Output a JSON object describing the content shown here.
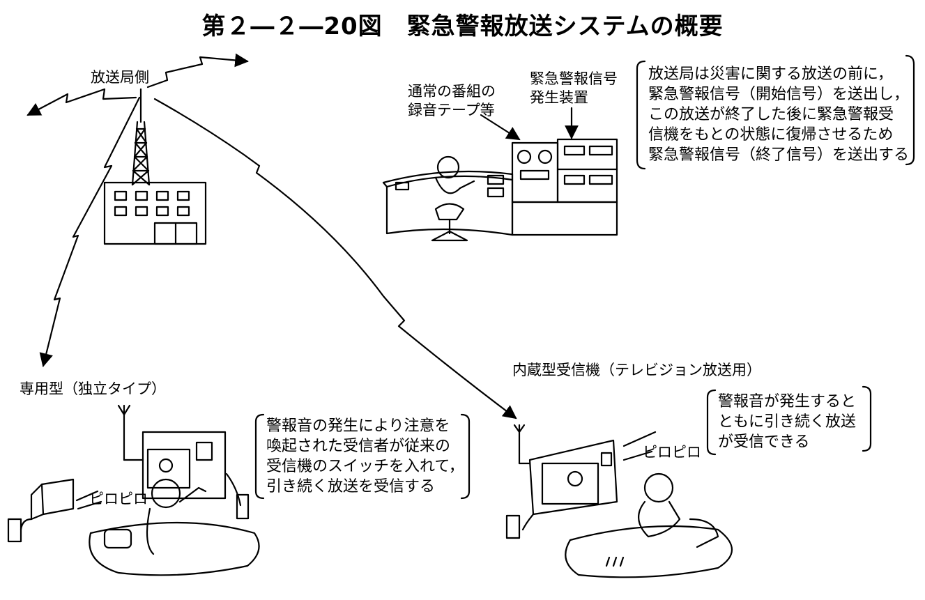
{
  "title": "第２―２―20図　緊急警報放送システムの概要",
  "labels": {
    "station": "放送局側",
    "tape_line1": "通常の番組の",
    "tape_line2": "録音テープ等",
    "gen_line1": "緊急警報信号",
    "gen_line2": "発生装置",
    "dedicated": "専用型（独立タイプ）",
    "builtin": "内蔵型受信機（テレビジョン放送用）",
    "beep_left": "ピロピロ",
    "beep_right": "ピロピロ"
  },
  "notes": {
    "station": [
      "放送局は災害に関する放送の前に，",
      "緊急警報信号（開始信号）を送出し，",
      "この放送が終了した後に緊急警報受",
      "信機をもとの状態に復帰させるため",
      "緊急警報信号（終了信号）を送出する"
    ],
    "dedicated": [
      "警報音の発生により注意を",
      "喚起された受信者が従来の",
      "受信機のスイッチを入れて，",
      "引き続く放送を受信する"
    ],
    "builtin": [
      "警報音が発生すると",
      "ともに引き続く放送",
      "が受信できる"
    ]
  }
}
